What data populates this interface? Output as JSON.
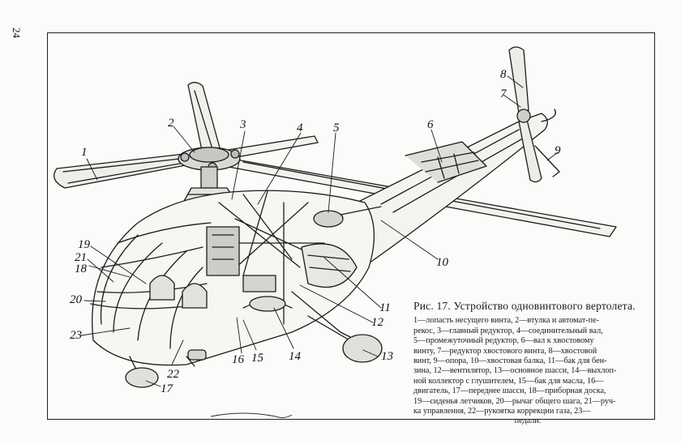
{
  "page": {
    "number": "24"
  },
  "figure": {
    "title": "Рис. 17. Устройство одновинтового вертолета.",
    "legend_lines": [
      "1—лопасть несущего винта, 2—втулка и автомат-пе-",
      "рекос, 3—главный редуктор, 4—соединительный вал,",
      "5—промежуточный редуктор, 6—вал к хвостовому",
      "винту, 7—редуктор хвостового винта, 8—хвостовой",
      "винт, 9—опора, 10—хвостовая балка, 11—бак для бен-",
      "зина, 12—вентилятор, 13—основное шасси, 14—выхлоп-",
      "ной коллектор с глушителем, 15—бак для масла, 16—",
      "двигатель, 17—переднее шасси, 18—приборная доска,",
      "19—сиденья летчиков, 20—рычаг общего шага, 21—руч-",
      "ка управления, 22—рукоятка коррекции газа, 23—"
    ],
    "legend_end": "педали.",
    "callouts": [
      "1",
      "2",
      "3",
      "4",
      "5",
      "6",
      "7",
      "8",
      "9",
      "10",
      "11",
      "12",
      "13",
      "14",
      "15",
      "16",
      "17",
      "18",
      "19",
      "20",
      "21",
      "22",
      "23"
    ]
  }
}
